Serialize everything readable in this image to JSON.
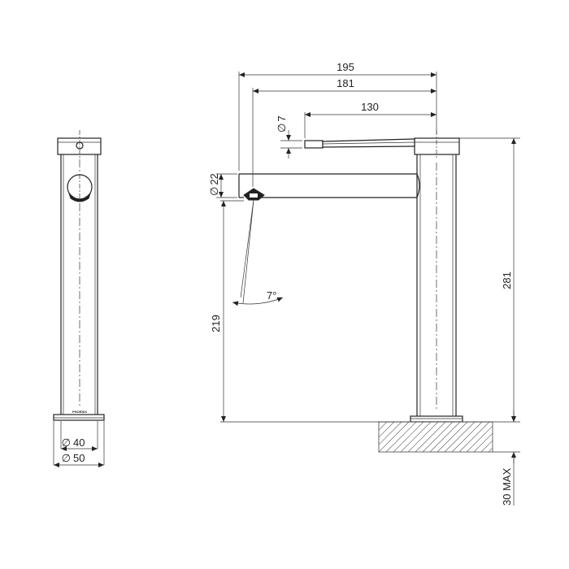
{
  "drawing": {
    "dimensions": {
      "overall_length": "195",
      "spout_length": "181",
      "handle_length": "130",
      "handle_diameter": "7",
      "spout_diameter": "22",
      "spout_angle": "7°",
      "outlet_height": "219",
      "overall_height": "281",
      "body_diameter": "40",
      "base_diameter": "50",
      "mounting_max": "30 MAX",
      "diameter_symbol": "∅"
    },
    "brand_mark": "PHOENIX"
  }
}
